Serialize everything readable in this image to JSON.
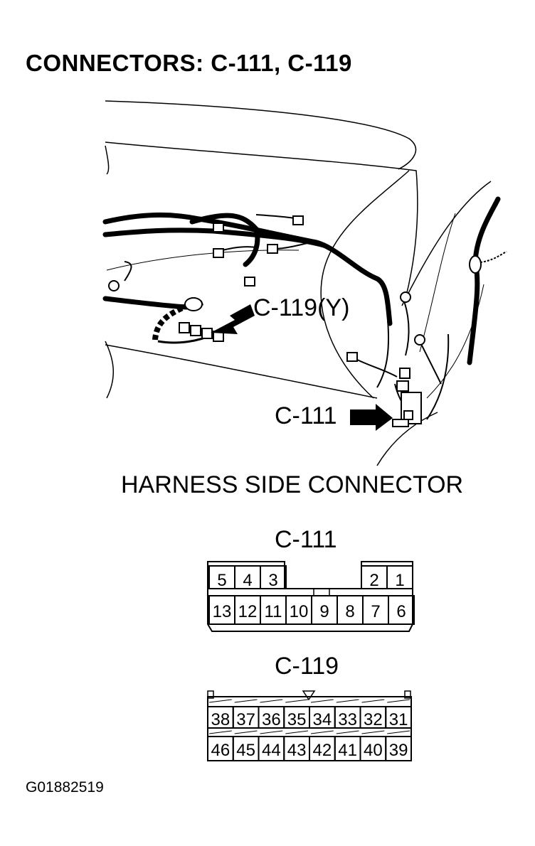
{
  "title": "CONNECTORS: C-111, C-119",
  "callouts": {
    "c119": "C-119(Y)",
    "c111": "C-111"
  },
  "harness_heading": "HARNESS SIDE CONNECTOR",
  "connector_c111": {
    "label": "C-111",
    "top_row": [
      "5",
      "4",
      "3",
      "2",
      "1"
    ],
    "bottom_row": [
      "13",
      "12",
      "11",
      "10",
      "9",
      "8",
      "7",
      "6"
    ]
  },
  "connector_c119": {
    "label": "C-119",
    "top_row": [
      "38",
      "37",
      "36",
      "35",
      "34",
      "33",
      "32",
      "31"
    ],
    "bottom_row": [
      "46",
      "45",
      "44",
      "43",
      "42",
      "41",
      "40",
      "39"
    ]
  },
  "figure_id": "G01882519"
}
